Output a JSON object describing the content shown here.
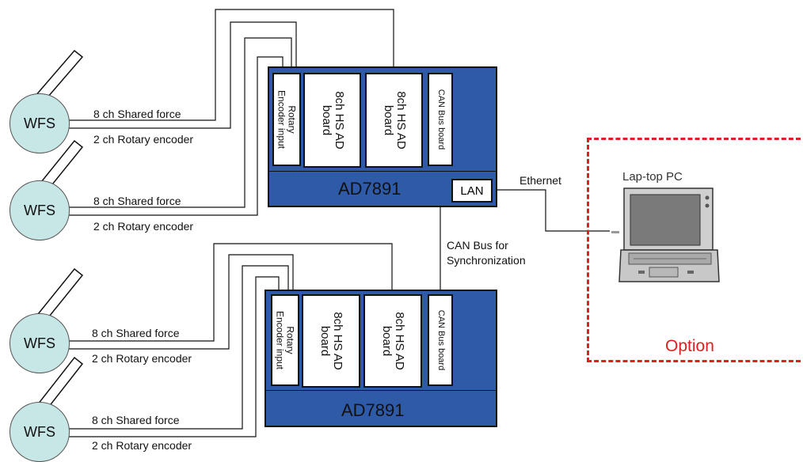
{
  "units": [
    {
      "name": "AD7891",
      "lan": "LAN",
      "boards": {
        "rotary": [
          "Rotary",
          "Encoder input"
        ],
        "ad1": [
          "8ch HS AD",
          "board"
        ],
        "ad2": [
          "8ch HS AD",
          "board"
        ],
        "can": "CAN Bus board"
      }
    },
    {
      "name": "AD7891",
      "boards": {
        "rotary": [
          "Rotary",
          "Encoder input"
        ],
        "ad1": [
          "8ch HS AD",
          "board"
        ],
        "ad2": [
          "8ch HS AD",
          "board"
        ],
        "can": "CAN Bus board"
      }
    }
  ],
  "sensors": [
    {
      "label": "WFS",
      "force": "8 ch Shared force",
      "encoder": "2 ch Rotary encoder"
    },
    {
      "label": "WFS",
      "force": "8 ch Shared force",
      "encoder": "2 ch Rotary encoder"
    },
    {
      "label": "WFS",
      "force": "8 ch Shared force",
      "encoder": "2 ch Rotary encoder"
    },
    {
      "label": "WFS",
      "force": "8 ch Shared force",
      "encoder": "2 ch Rotary encoder"
    }
  ],
  "ethernet_label": "Ethernet",
  "canbus_label": [
    "CAN Bus for",
    "Synchronization"
  ],
  "laptop_label": "Lap-top PC",
  "option_label": "Option",
  "colors": {
    "unit_fill": "#2e5aa8",
    "sensor_fill": "#c7e6e6",
    "option_accent": "#e02020"
  }
}
